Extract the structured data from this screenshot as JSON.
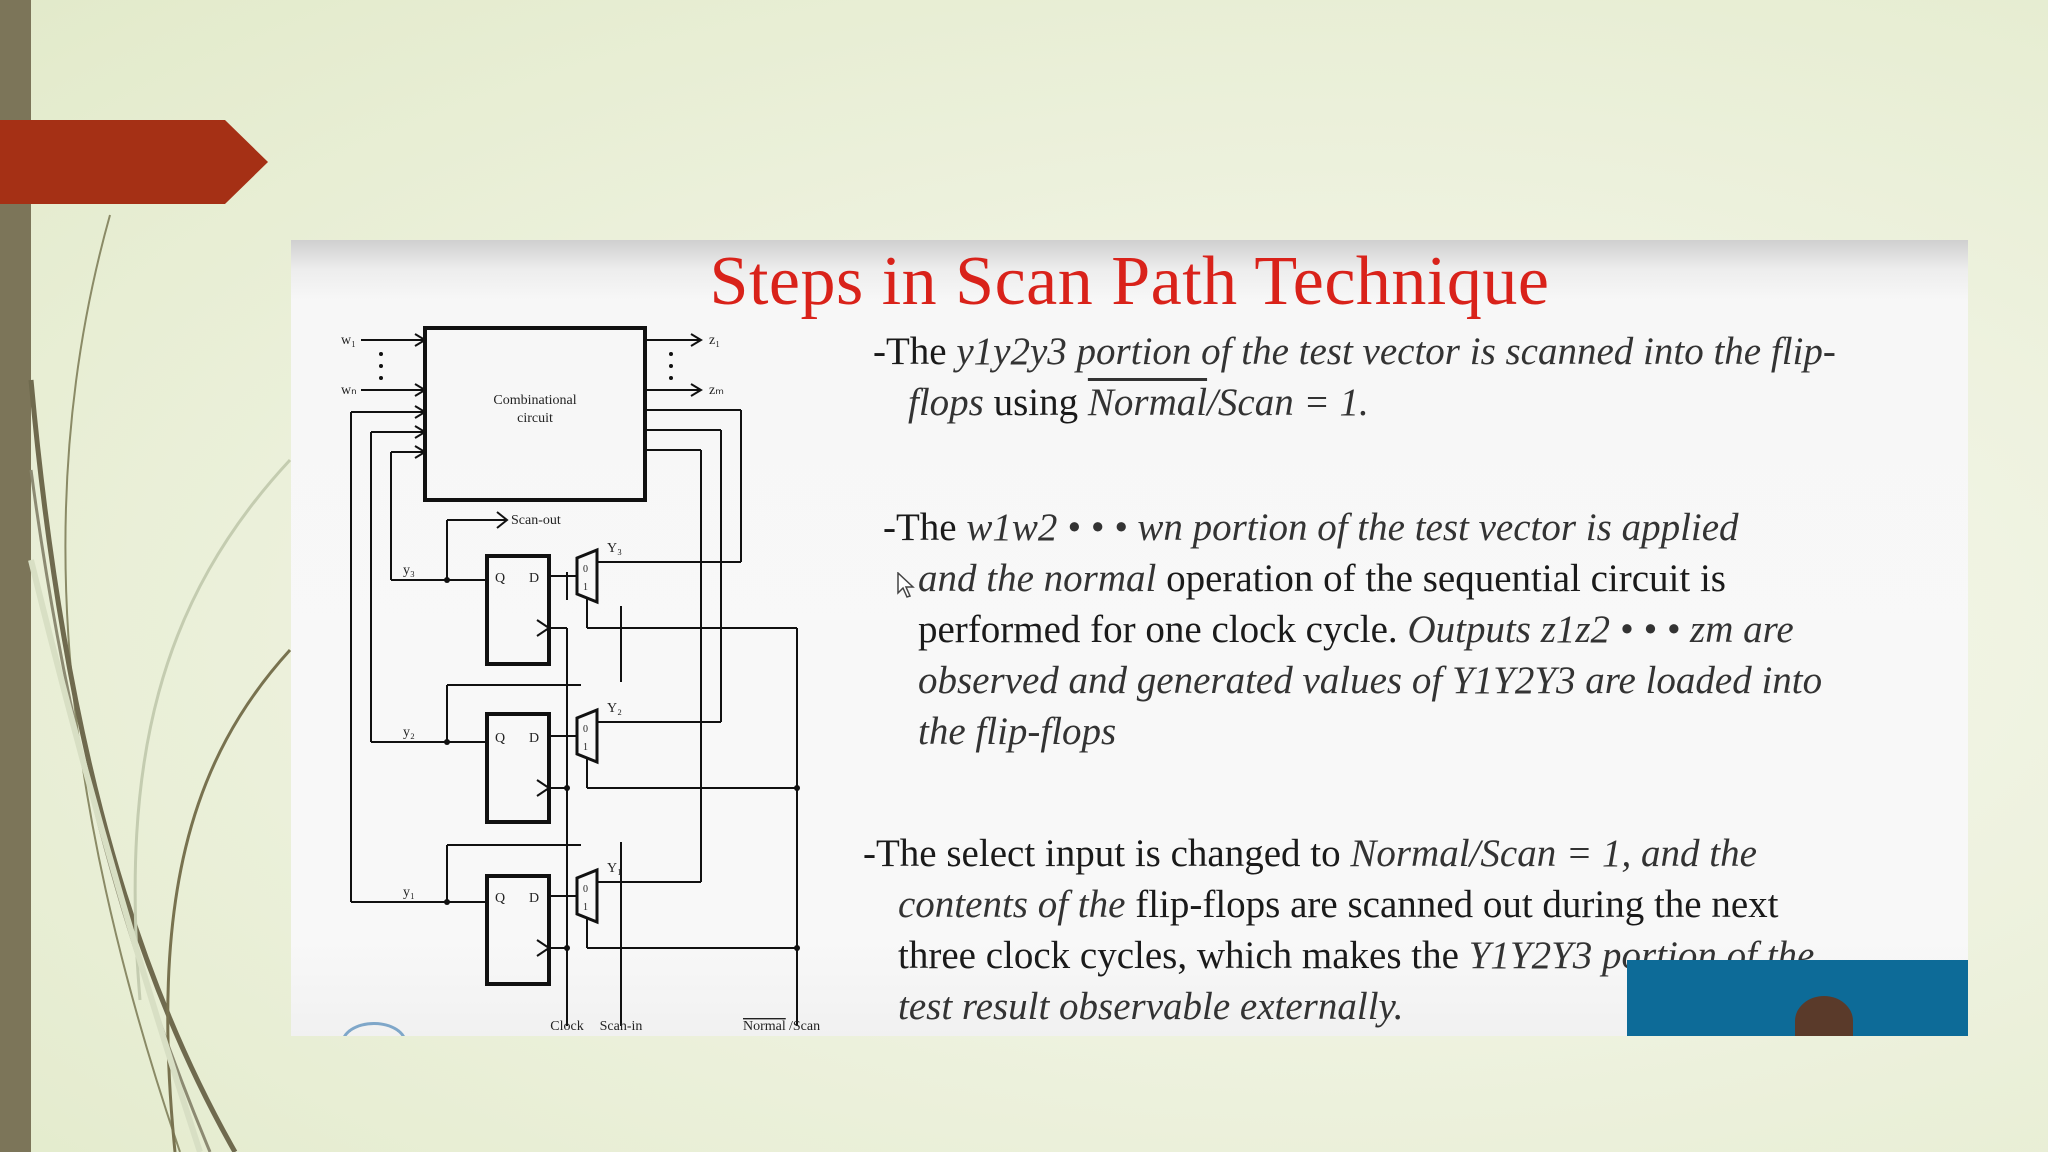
{
  "slide": {
    "title": "Steps in Scan Path Technique",
    "p1": {
      "prefix": "-The ",
      "it1": "y1y2y3 portion of the test vector is scanned into the flip-",
      "it2": "flops",
      "mid": " using ",
      "it3": "Normal",
      "it4": "/Scan = 1."
    },
    "p2": {
      "prefix": "-The ",
      "it1": "w1w2  •   •   • wn portion of the test vector is applied",
      "it2": "and the normal",
      "mid1": " operation of the sequential circuit is",
      "mid2": "performed for one clock cycle. ",
      "it3": "Outputs z1z2  •   •   • zm are",
      "it4": "observed and generated values of Y1Y2Y3 are loaded into",
      "it5": "the flip-flops"
    },
    "p3": {
      "prefix": "-The select input is changed to ",
      "it1": "Normal/Scan = 1, and the",
      "it2": "contents of the",
      "mid1": " flip-flops are scanned out during the next",
      "mid2": "three clock cycles, which makes the ",
      "it3": "Y1Y2Y3 portion of the",
      "it4": "test result observable externally."
    }
  },
  "circuit": {
    "block_label_1": "Combinational",
    "block_label_2": "circuit",
    "w1": "w₁",
    "wn": "wₙ",
    "z1": "z₁",
    "zm": "zₘ",
    "scan_out": "Scan-out",
    "y3": "y₃",
    "y2": "y₂",
    "y1": "y₁",
    "Y3": "Y₃",
    "Y2": "Y₂",
    "Y1": "Y₁",
    "q": "Q",
    "d": "D",
    "mux0": "0",
    "mux1": "1",
    "clock": "Clock",
    "scan_in": "Scan-in",
    "normal": "Normal",
    "scan": "/Scan"
  },
  "colors": {
    "title_red": "#d9221a",
    "arrow_red": "#a53015",
    "presenter_blue": "#0d6b98",
    "left_bar": "#7c7559"
  }
}
